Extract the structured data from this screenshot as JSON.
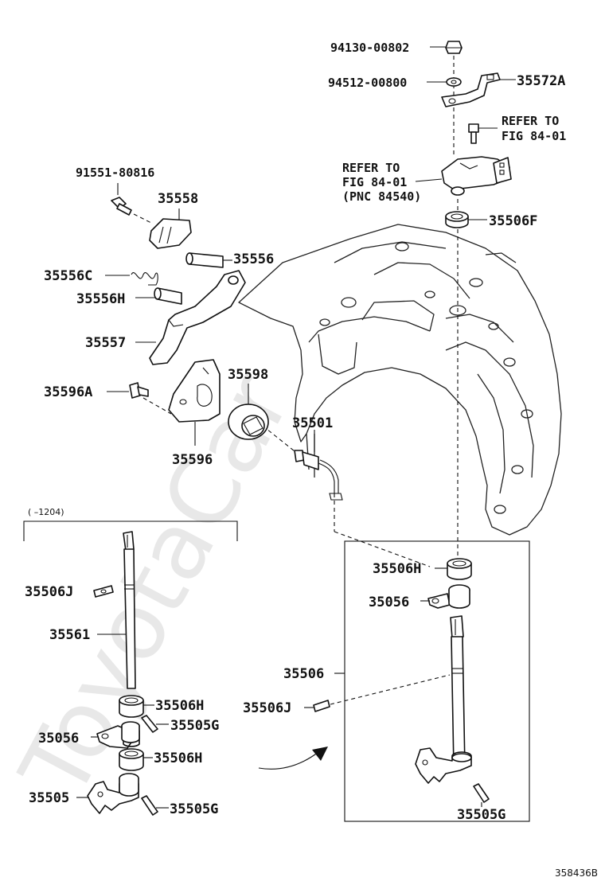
{
  "diagram_number": "358436B",
  "watermark": "ToyotaCar",
  "range_note": "(      –1204)",
  "refer": [
    {
      "line1": "REFER TO",
      "line2": "FIG 84-01"
    },
    {
      "line1": "REFER TO",
      "line2": "FIG 84-01",
      "line3": "(PNC 84540)"
    }
  ],
  "labels": {
    "p94130": "94130-00802",
    "p94512": "94512-00800",
    "p35572A": "35572A",
    "p91551": "91551-80816",
    "p35558": "35558",
    "p35506F": "35506F",
    "p35556": "35556",
    "p35556C": "35556C",
    "p35556H": "35556H",
    "p35557": "35557",
    "p35596A": "35596A",
    "p35598": "35598",
    "p35501": "35501",
    "p35596": "35596",
    "p35506J_left": "35506J",
    "p35561": "35561",
    "p35506H_l1": "35506H",
    "p35505G_l1": "35505G",
    "p35056_l": "35056",
    "p35506H_l2": "35506H",
    "p35505_l": "35505",
    "p35505G_l2": "35505G",
    "p35506H_r": "35506H",
    "p35056_r": "35056",
    "p35506": "35506",
    "p35506J_r": "35506J",
    "p35505G_r": "35505G"
  }
}
